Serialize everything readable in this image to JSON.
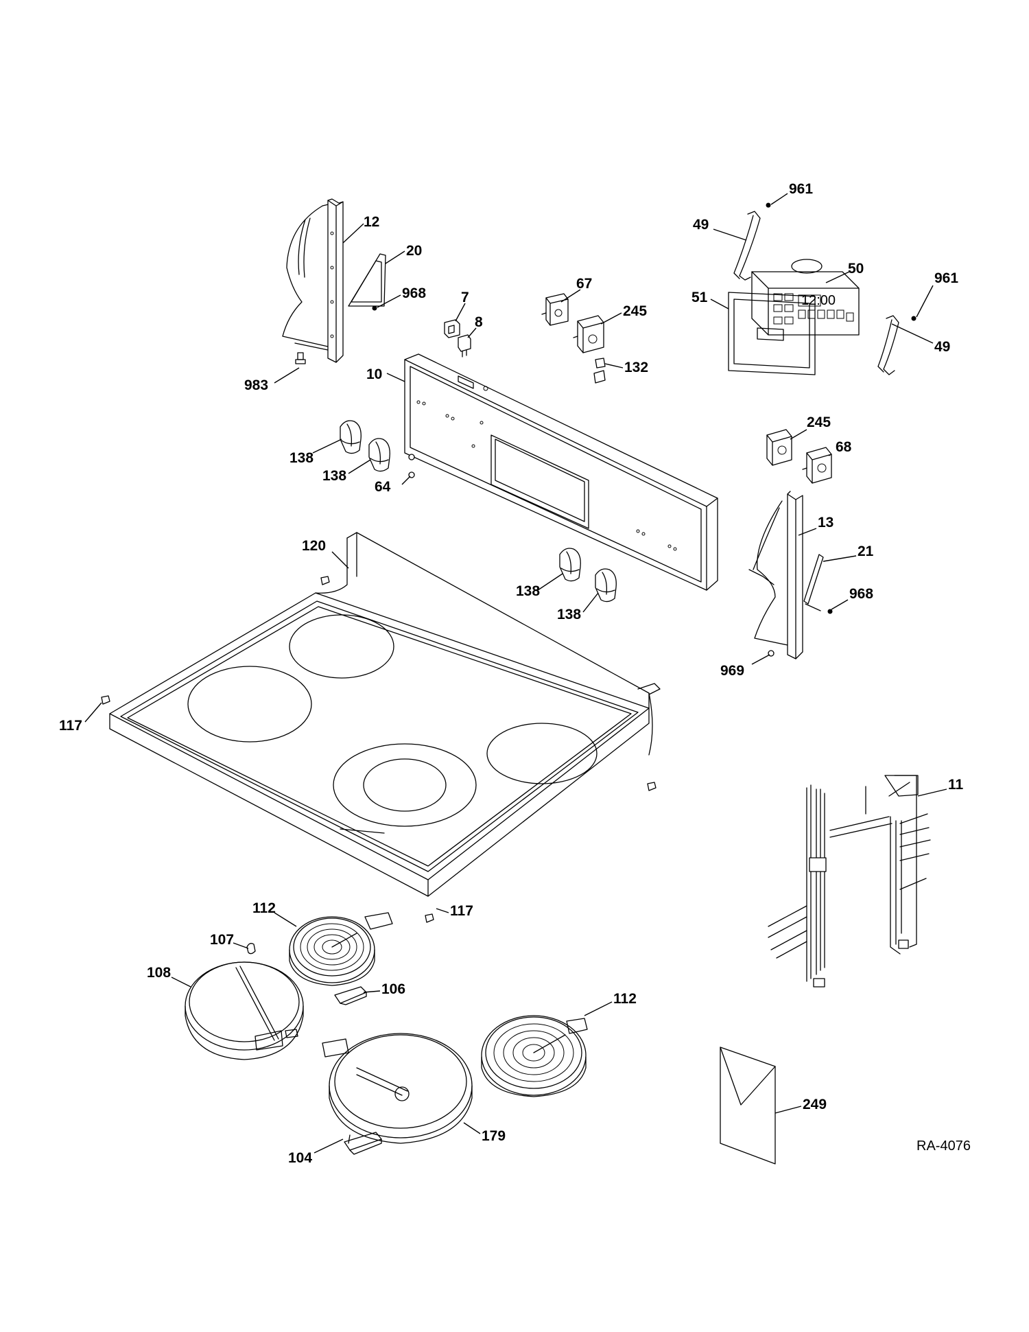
{
  "reference": "RA-4076",
  "callouts": {
    "p12": "12",
    "p20": "20",
    "p968a": "968",
    "p983": "983",
    "p7": "7",
    "p8": "8",
    "p67": "67",
    "p245a": "245",
    "p132": "132",
    "p961a": "961",
    "p49a": "49",
    "p50": "50",
    "p51": "51",
    "p961b": "961",
    "p49b": "49",
    "p10": "10",
    "p138a": "138",
    "p138b": "138",
    "p64": "64",
    "p245b": "245",
    "p68": "68",
    "p13": "13",
    "p21": "21",
    "p968b": "968",
    "p969": "969",
    "p120": "120",
    "p138c": "138",
    "p138d": "138",
    "p117a": "117",
    "p117b": "117",
    "p11": "11",
    "p112a": "112",
    "p107": "107",
    "p108": "108",
    "p106": "106",
    "p112b": "112",
    "p179": "179",
    "p104": "104",
    "p249": "249"
  }
}
